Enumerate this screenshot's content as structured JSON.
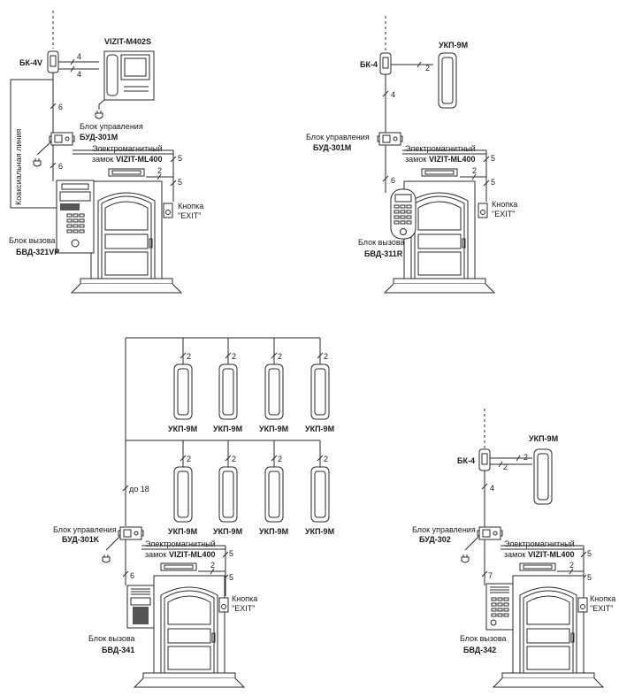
{
  "diagram1": {
    "bk": "БК-4V",
    "monitor": "VIZIT-M402S",
    "coax": "Коаксиальная линия",
    "control_l1": "Блок управления",
    "control_l2": "БУД-301M",
    "lock_l1": "Электромагнитный",
    "lock_l2a": "замок",
    "lock_l2b": "VIZIT-ML400",
    "exit_l1": "Кнопка",
    "exit_l2": "\"EXIT\"",
    "call_l1": "Блок вызова",
    "call_l2": "БВД-321VP",
    "w_4a": "4",
    "w_4b": "4",
    "w_6a": "6",
    "w_6b": "6",
    "w_5a": "5",
    "w_5b": "5",
    "w_2": "2"
  },
  "diagram2": {
    "bk": "БК-4",
    "handset": "УКП-9М",
    "control_l1": "Блок управления",
    "control_l2": "БУД-301M",
    "lock_l1": "Электромагнитный",
    "lock_l2a": "замок",
    "lock_l2b": "VIZIT-ML400",
    "exit_l1": "Кнопка",
    "exit_l2": "\"EXIT\"",
    "call_l1": "Блок вызова",
    "call_l2": "БВД-311R",
    "w_2": "2",
    "w_4": "4",
    "w_6": "6",
    "w_5a": "5",
    "w_5b": "5",
    "w_2b": "2"
  },
  "diagram3": {
    "handsets_row1": [
      "УКП-9М",
      "УКП-9М",
      "УКП-9М",
      "УКП-9М"
    ],
    "handsets_row2": [
      "УКП-9М",
      "УКП-9М",
      "УКП-9М",
      "УКП-9М"
    ],
    "wire_2": "2",
    "upto": "до 18",
    "control_l1": "Блок управления",
    "control_l2": "БУД-301K",
    "lock_l1": "Электромагнитный",
    "lock_l2a": "замок",
    "lock_l2b": "VIZIT-ML400",
    "exit_l1": "Кнопка",
    "exit_l2": "\"EXIT\"",
    "call_l1": "Блок вызова",
    "call_l2": "БВД-341",
    "w_6": "6",
    "w_5a": "5",
    "w_5b": "5",
    "w_2": "2"
  },
  "diagram4": {
    "bk": "БК-4",
    "handset": "УКП-9М",
    "control_l1": "Блок управления",
    "control_l2": "БУД-302",
    "lock_l1": "Электромагнитный",
    "lock_l2a": "замок",
    "lock_l2b": "VIZIT-ML400",
    "exit_l1": "Кнопка",
    "exit_l2": "\"EXIT\"",
    "call_l1": "Блок вызова",
    "call_l2": "БВД-342",
    "w_2a": "2",
    "w_2b": "2",
    "w_4": "4",
    "w_7": "7",
    "w_5a": "5",
    "w_5b": "5",
    "w_2c": "2"
  }
}
